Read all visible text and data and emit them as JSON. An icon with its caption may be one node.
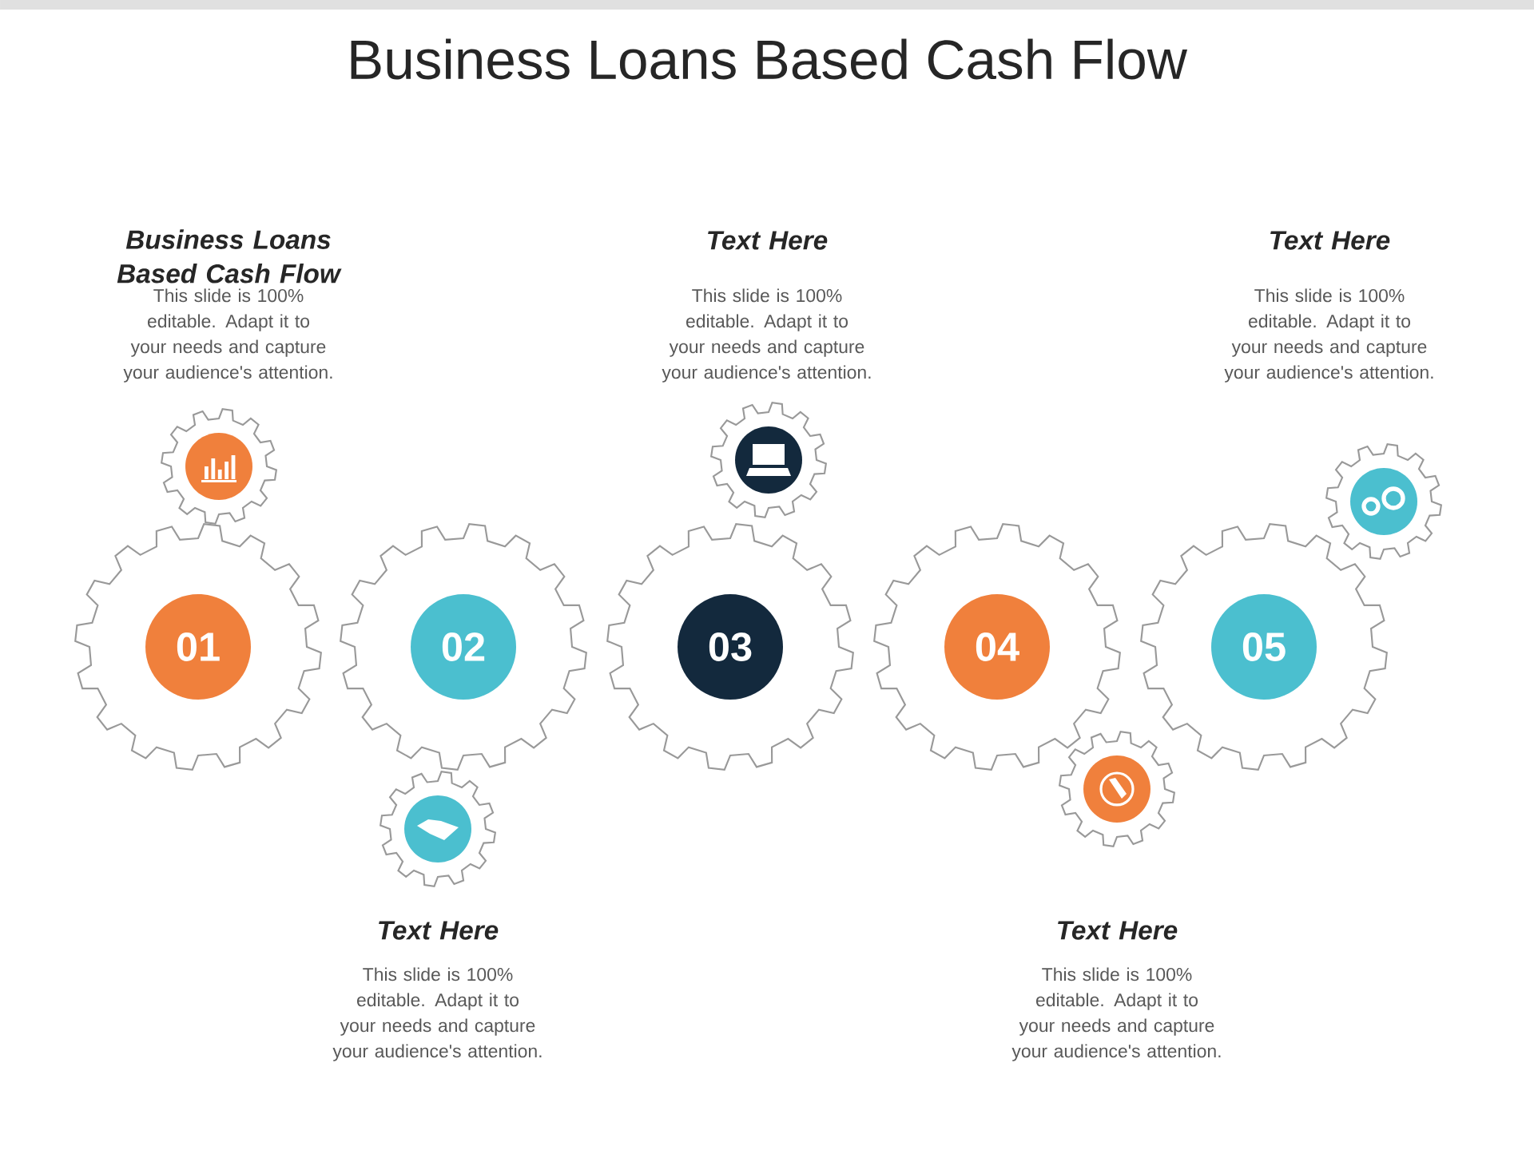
{
  "diagram": {
    "title": "Business Loans Based Cash Flow",
    "nodes": [
      {
        "text": [
          "01"
        ]
      },
      {
        "text": [
          "02"
        ]
      },
      {
        "text": [
          "03"
        ]
      },
      {
        "text": [
          "04"
        ]
      },
      {
        "text": [
          "05"
        ]
      },
      {
        "text": [],
        "shape": "gear"
      },
      {
        "text": [],
        "shape": "gear"
      },
      {
        "text": [],
        "shape": "gear"
      },
      {
        "text": [],
        "shape": "gear"
      },
      {
        "text": [],
        "shape": "gear"
      }
    ],
    "edges": [],
    "labels": [
      "Business Loans Based Cash Flow",
      "This slide is 100% editable. Adapt it to your needs and capture your audience's attention.",
      "Text Here",
      "This slide is 100% editable. Adapt it to your needs and capture your audience's attention.",
      "Text Here",
      "This slide is 100% editable. Adapt it to your needs and capture your audience's attention.",
      "Text Here",
      "This slide is 100% editable. Adapt it to your needs and capture your audience's attention.",
      "Text Here",
      "This slide is 100% editable. Adapt it to your needs and capture your audience's attention."
    ]
  }
}
